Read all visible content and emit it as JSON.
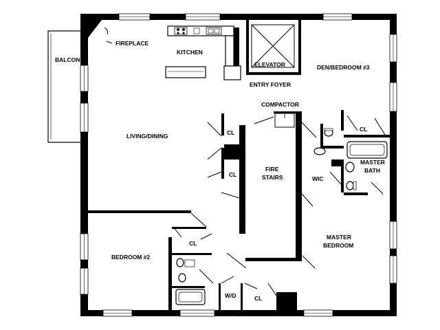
{
  "rooms": {
    "fireplace": "FIREPLACE",
    "kitchen": "KITCHEN",
    "balcony": "BALCONY",
    "elevator": "ELEVATOR",
    "entry_foyer": "ENTRY FOYER",
    "den_bedroom_3": "DEN/BEDROOM #3",
    "compactor": "COMPACTOR",
    "living_dining": "LIVING/DINING",
    "cl_upper": "CL",
    "cl_middle": "CL",
    "fire_stairs_1": "FIRE",
    "fire_stairs_2": "STAIRS",
    "wic": "WIC",
    "cl_master_bath": "CL",
    "master_bath_1": "MASTER",
    "master_bath_2": "BATH",
    "master_bedroom_1": "MASTER",
    "master_bedroom_2": "BEDROOM",
    "cl_bedroom2": "CL",
    "bedroom_2": "BEDROOM #2",
    "wd": "W/D",
    "cl_bottom": "CL"
  }
}
